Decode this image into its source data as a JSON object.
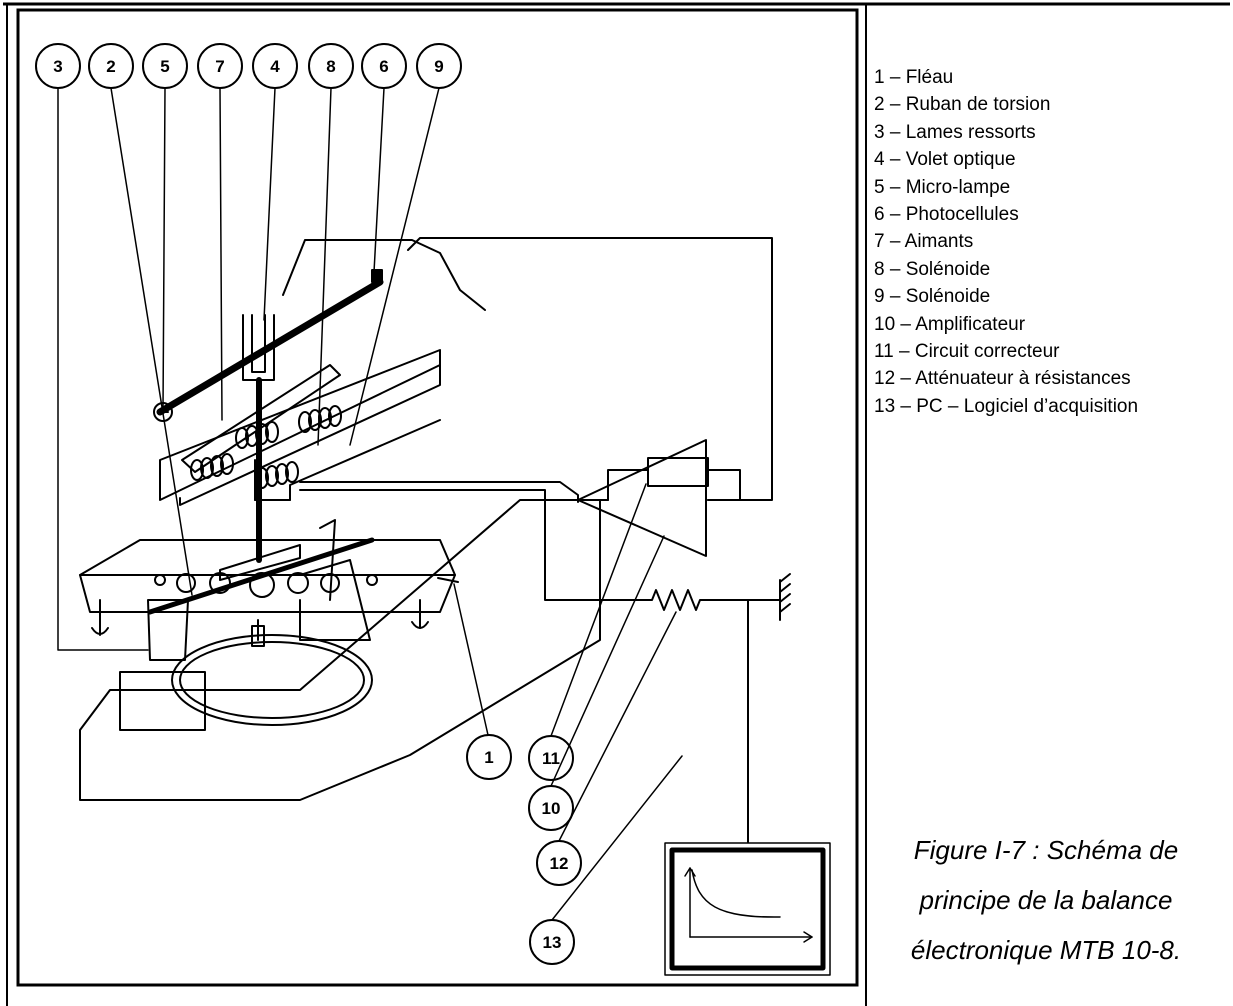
{
  "legend": {
    "items": [
      "1 – Fléau",
      "2 – Ruban de torsion",
      "3 – Lames ressorts",
      "4 – Volet optique",
      "5 – Micro-lampe",
      "6 – Photocellules",
      "7 – Aimants",
      "8 – Solénoide",
      "9 – Solénoide",
      "10 – Amplificateur",
      "11 – Circuit correcteur",
      "12 – Atténuateur à résistances",
      "13 – PC – Logiciel d’acquisition"
    ]
  },
  "caption": {
    "lines": [
      "Figure I-7 : Schéma de",
      "principe de la balance",
      "électronique MTB 10-8."
    ]
  },
  "callouts": {
    "top": [
      "3",
      "2",
      "5",
      "7",
      "4",
      "8",
      "6",
      "9"
    ],
    "c1": "1",
    "c11": "11",
    "c10": "10",
    "c12": "12",
    "c13": "13"
  }
}
